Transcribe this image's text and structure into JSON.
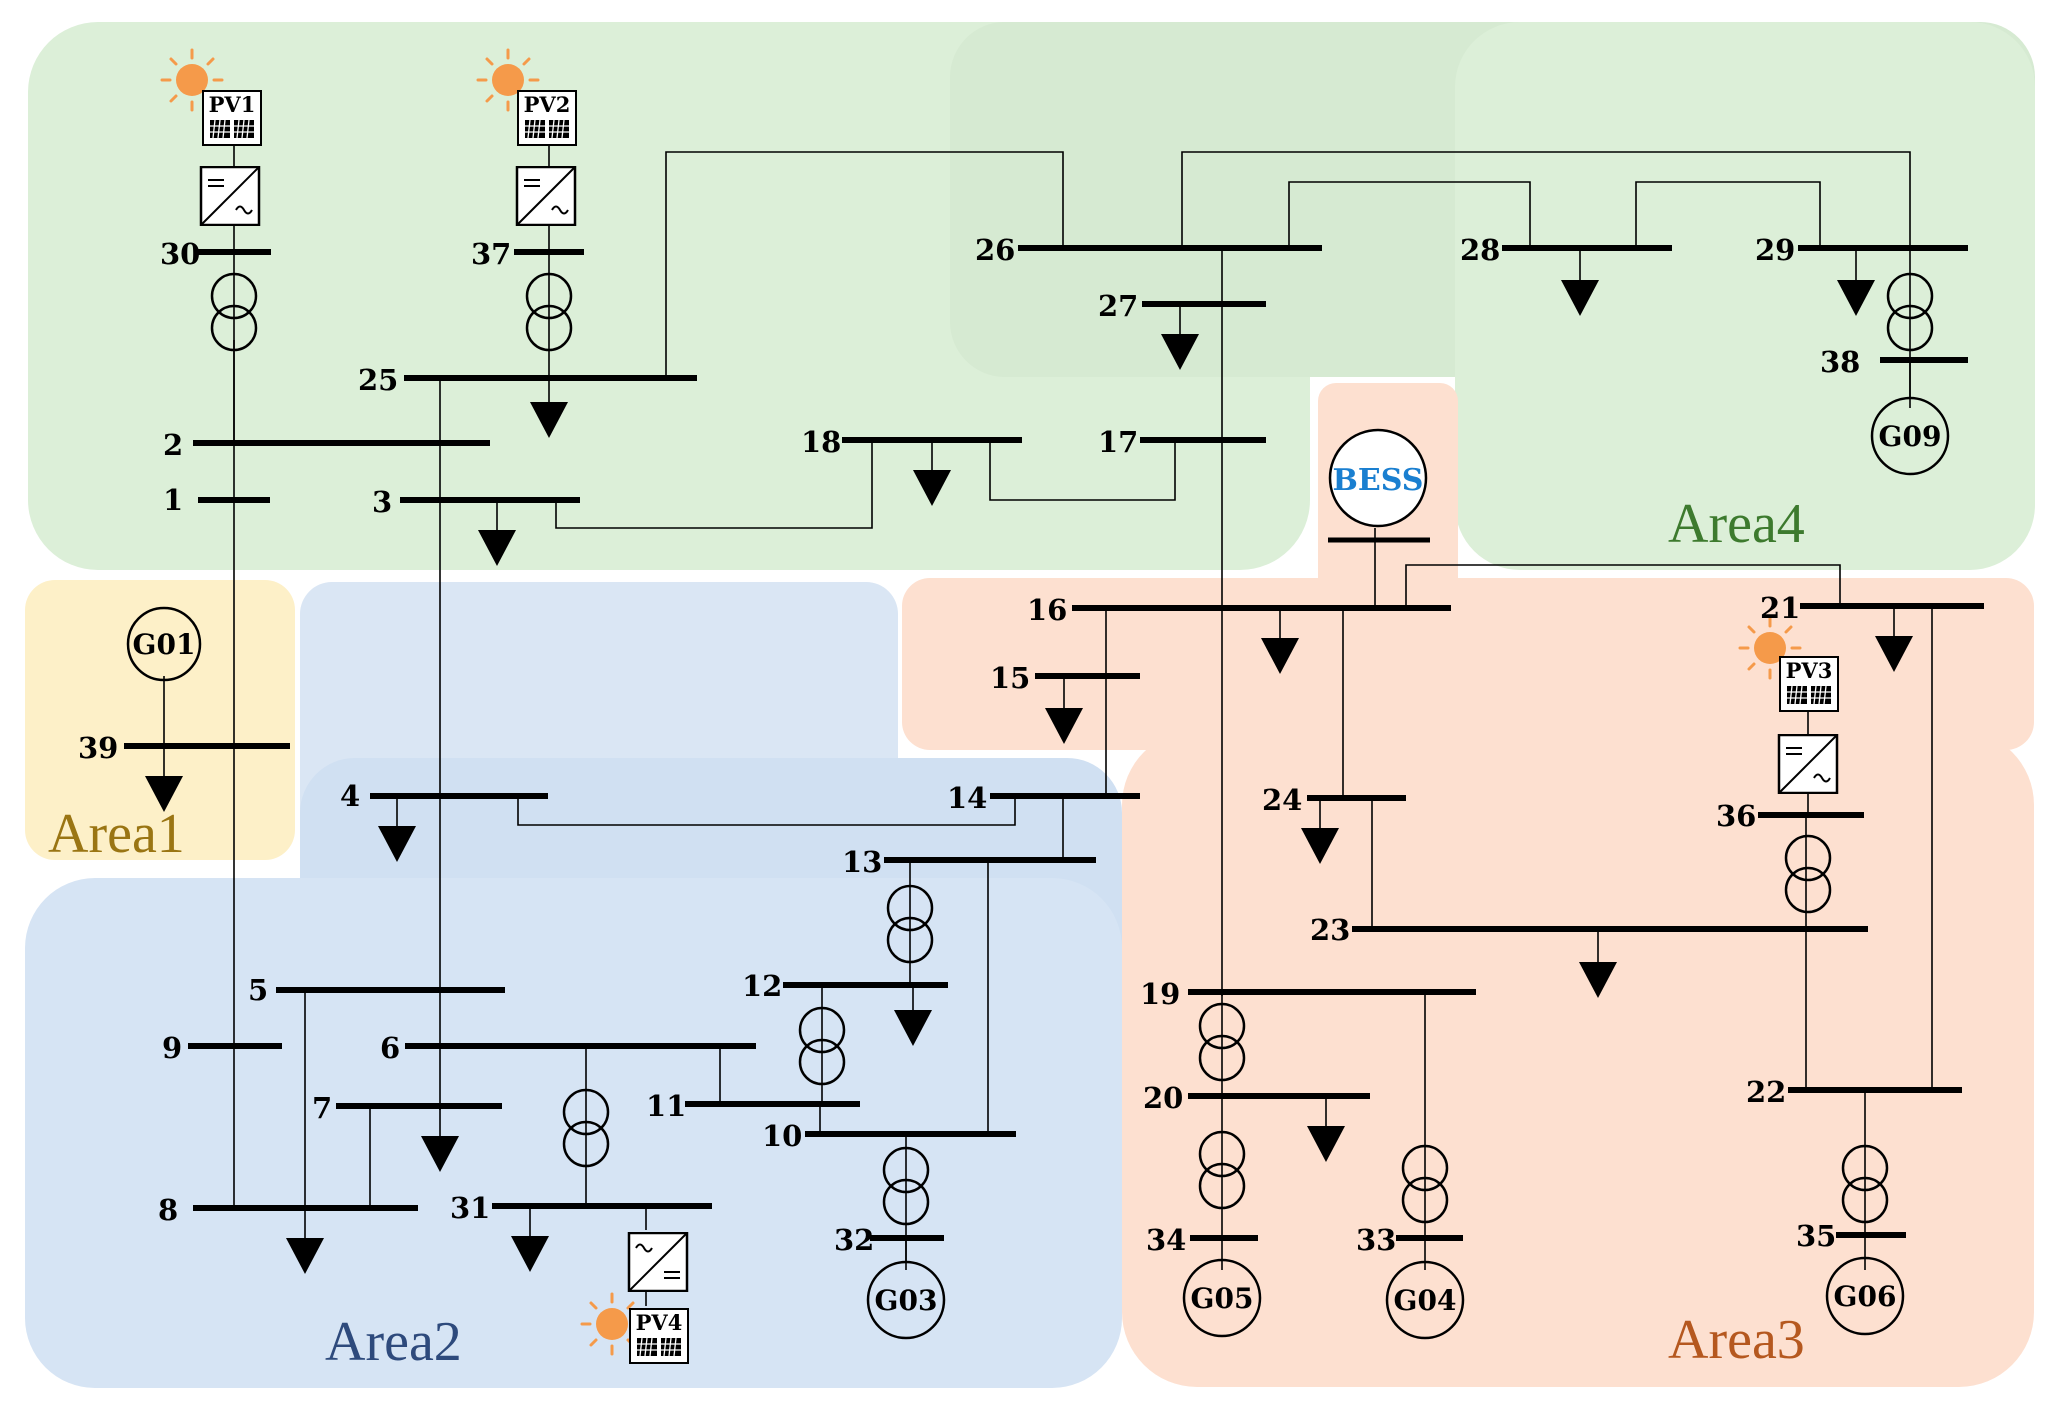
{
  "areas": [
    {
      "id": "area1",
      "label": "Area1",
      "fill": "#fdf0c8",
      "text_color": "#9a7513"
    },
    {
      "id": "area2",
      "label": "Area2",
      "fill": "#d6e4f4",
      "text_color": "#2e4a7c"
    },
    {
      "id": "area3",
      "label": "Area3",
      "fill": "#fde0d0",
      "text_color": "#b5581f"
    },
    {
      "id": "area4",
      "label": "Area4",
      "fill": "#dcefd8",
      "text_color": "#3d7a2e"
    }
  ],
  "buses": [
    "1",
    "2",
    "3",
    "4",
    "5",
    "6",
    "7",
    "8",
    "9",
    "10",
    "11",
    "12",
    "13",
    "14",
    "15",
    "16",
    "17",
    "18",
    "19",
    "20",
    "21",
    "22",
    "23",
    "24",
    "25",
    "26",
    "27",
    "28",
    "29",
    "30",
    "31",
    "32",
    "33",
    "34",
    "35",
    "36",
    "37",
    "38",
    "39"
  ],
  "generators": [
    "G01",
    "G03",
    "G04",
    "G05",
    "G06",
    "G09"
  ],
  "pv_units": [
    "PV1",
    "PV2",
    "PV3",
    "PV4"
  ],
  "storage": {
    "label": "BESS"
  },
  "colors": {
    "sun": "#f59a4a",
    "bess_text": "#1a7fd0",
    "line": "#000000"
  }
}
